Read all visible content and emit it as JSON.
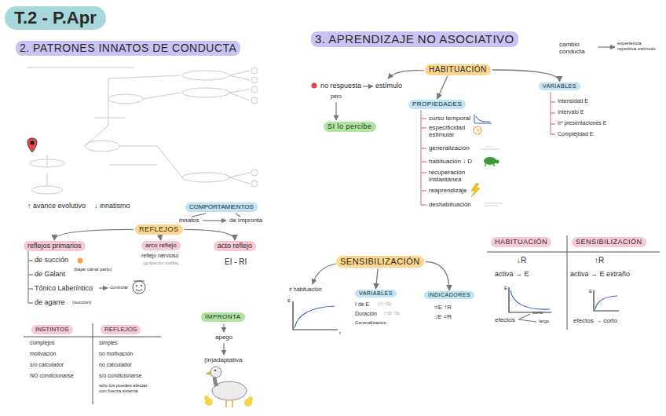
{
  "diagram": {
    "title": "T.2 - P.Apr",
    "nodes": [
      {
        "text": [
          "2. PATRONES INNATOS DE CONDUCTA"
        ]
      },
      {
        "text": [
          "COMPORTAMIENTOS"
        ]
      },
      {
        "text": [
          "REFLEJOS"
        ]
      },
      {
        "text": [
          "reflejos primarios"
        ]
      },
      {
        "text": [
          "arco reflejo"
        ]
      },
      {
        "text": [
          "acto reflejo"
        ]
      },
      {
        "text": [
          "INSTINTOS"
        ]
      },
      {
        "text": [
          "REFLEJOS"
        ]
      },
      {
        "text": [
          "IMPRONTA"
        ]
      },
      {
        "text": [
          "3. APRENDIZAJE NO ASOCIATIVO"
        ]
      },
      {
        "text": [
          "HABITUACIÓN"
        ]
      },
      {
        "text": [
          "SI lo percibe"
        ]
      },
      {
        "text": [
          "PROPIEDADES"
        ]
      },
      {
        "text": [
          "VARIABLES"
        ]
      },
      {
        "text": [
          "SENSIBILIZACIÓN"
        ]
      },
      {
        "text": [
          "VARIABLES"
        ]
      },
      {
        "text": [
          "INDICADORES"
        ]
      },
      {
        "text": [
          "HABITUACIÓN"
        ]
      },
      {
        "text": [
          "SENSIBILIZACIÓN"
        ]
      }
    ],
    "edges": [
      {
        "from": 2,
        "to": 3,
        "arrow": "to"
      },
      {
        "from": 2,
        "to": 4,
        "arrow": "to"
      },
      {
        "from": 2,
        "to": 5,
        "arrow": "to"
      },
      {
        "from": 10,
        "to": 12,
        "arrow": "to"
      },
      {
        "from": 10,
        "to": 13,
        "arrow": "to"
      },
      {
        "from": 14,
        "to": 15,
        "arrow": "to"
      },
      {
        "from": 14,
        "to": 16,
        "arrow": "to"
      }
    ],
    "labels": [
      "↑ avance evolutivo",
      "↓ innatismo",
      "innatos",
      "de impronta",
      "de succión",
      "de Galant",
      "(bajar canal parto)",
      "Tónico Laberíntico",
      "controlar",
      "de agarre",
      "(succión)",
      "reflejo nervioso",
      "(golpecito rodilla)",
      "EI - RI",
      "complejos",
      "motivación",
      "s/o calculador",
      "NO condicionarse",
      "simples",
      "no motivación",
      "no calculador",
      "s/o condicionarse",
      "sólo los puedes afectar con fuerza externa",
      "apego",
      "(in)adaptativa",
      "cambio conducta",
      "experiencia repetitiva estímulo",
      "no respuesta",
      "estímulo",
      "pero",
      "curso temporal",
      "especificidad estimular",
      "generalización",
      "habituación ↓ D",
      "recuperación instantánea",
      "reaprendizaje",
      "deshabituación",
      "Intensidad E",
      "Intervalo E",
      "nº presentaciones E",
      "Complejidad E",
      "≠ habituación",
      "I de E",
      "(↑I ↑S)",
      "Duración",
      "(↑D ↑S)",
      "Generalización",
      "=E ↑R",
      "↓E =R",
      "↓R",
      "↑R",
      "activa → E",
      "activa → E extraño",
      "efectos",
      "corto",
      "largo",
      "efectos → corto",
      "E",
      "E",
      "E",
      "t"
    ]
  }
}
